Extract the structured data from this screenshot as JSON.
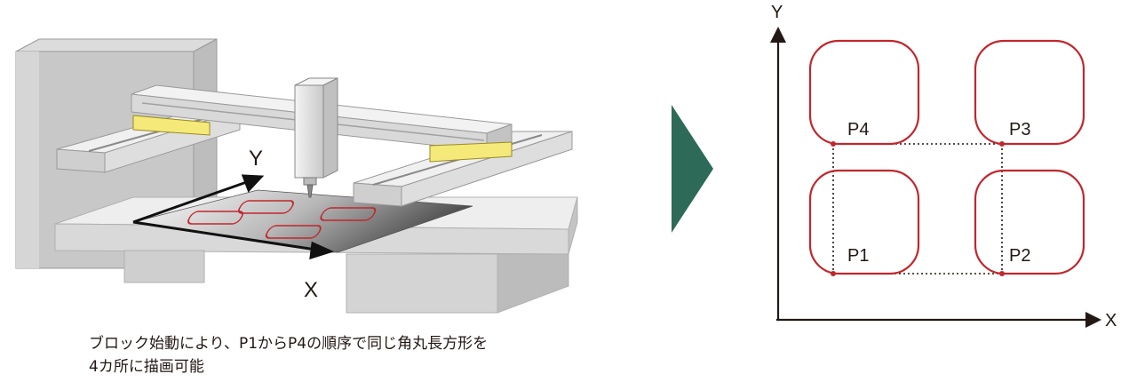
{
  "machine": {
    "axis_x": "X",
    "axis_y": "Y"
  },
  "caption": {
    "line1": "ブロック始動により、P1からP4の順序で同じ角丸長方形を",
    "line2": "4カ所に描画可能"
  },
  "plot": {
    "axis_x": "X",
    "axis_y": "Y",
    "points": [
      {
        "label": "P1"
      },
      {
        "label": "P2"
      },
      {
        "label": "P3"
      },
      {
        "label": "P4"
      }
    ]
  },
  "colors": {
    "shape_outline": "#c1272d",
    "arrow_fill": "#2d6a57",
    "gantry_rail": "#f5e97a"
  }
}
